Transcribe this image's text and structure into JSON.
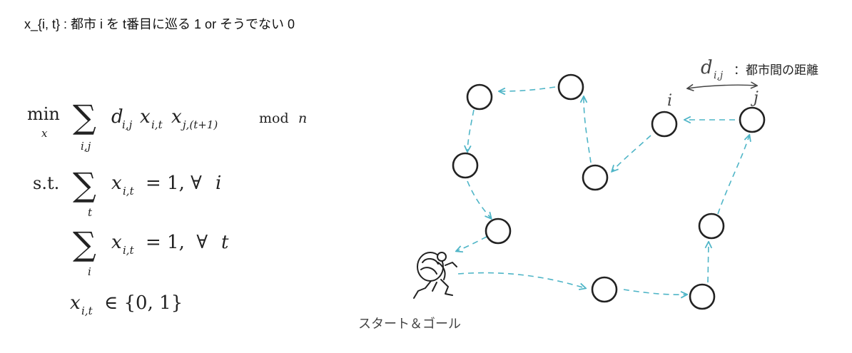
{
  "caption": "x_{i, t} : 都市 i を t番目に巡る 1 or そうでない 0",
  "formula": {
    "objective": {
      "op": "min",
      "op_sub": "x",
      "sum_sub": "i,j",
      "term_d": "d",
      "term_d_sub": "i,j",
      "term_x1": "x",
      "term_x1_sub": "i,t",
      "term_x2": "x",
      "term_x2_sub": "j,(t+1)",
      "mod": "mod",
      "n": "n"
    },
    "constraint1": {
      "label": "s.t.",
      "sum_sub": "t",
      "x": "x",
      "x_sub": "i,t",
      "rhs": "= 1, ∀",
      "var": "i"
    },
    "constraint2": {
      "sum_sub": "i",
      "x": "x",
      "x_sub": "i,t",
      "rhs": "= 1,  ∀",
      "var": "t"
    },
    "domain": {
      "x": "x",
      "x_sub": "i,t",
      "rhs": "∈ {0, 1}"
    }
  },
  "diagram": {
    "distance_symbol": "d",
    "distance_symbol_sub": "i,j",
    "distance_label": "：都市間の距離",
    "label_i": "i",
    "label_j": "j",
    "start_goal_label": "スタート＆ゴール",
    "colors": {
      "arrow": "#4fb5c7",
      "node": "#222222"
    }
  }
}
